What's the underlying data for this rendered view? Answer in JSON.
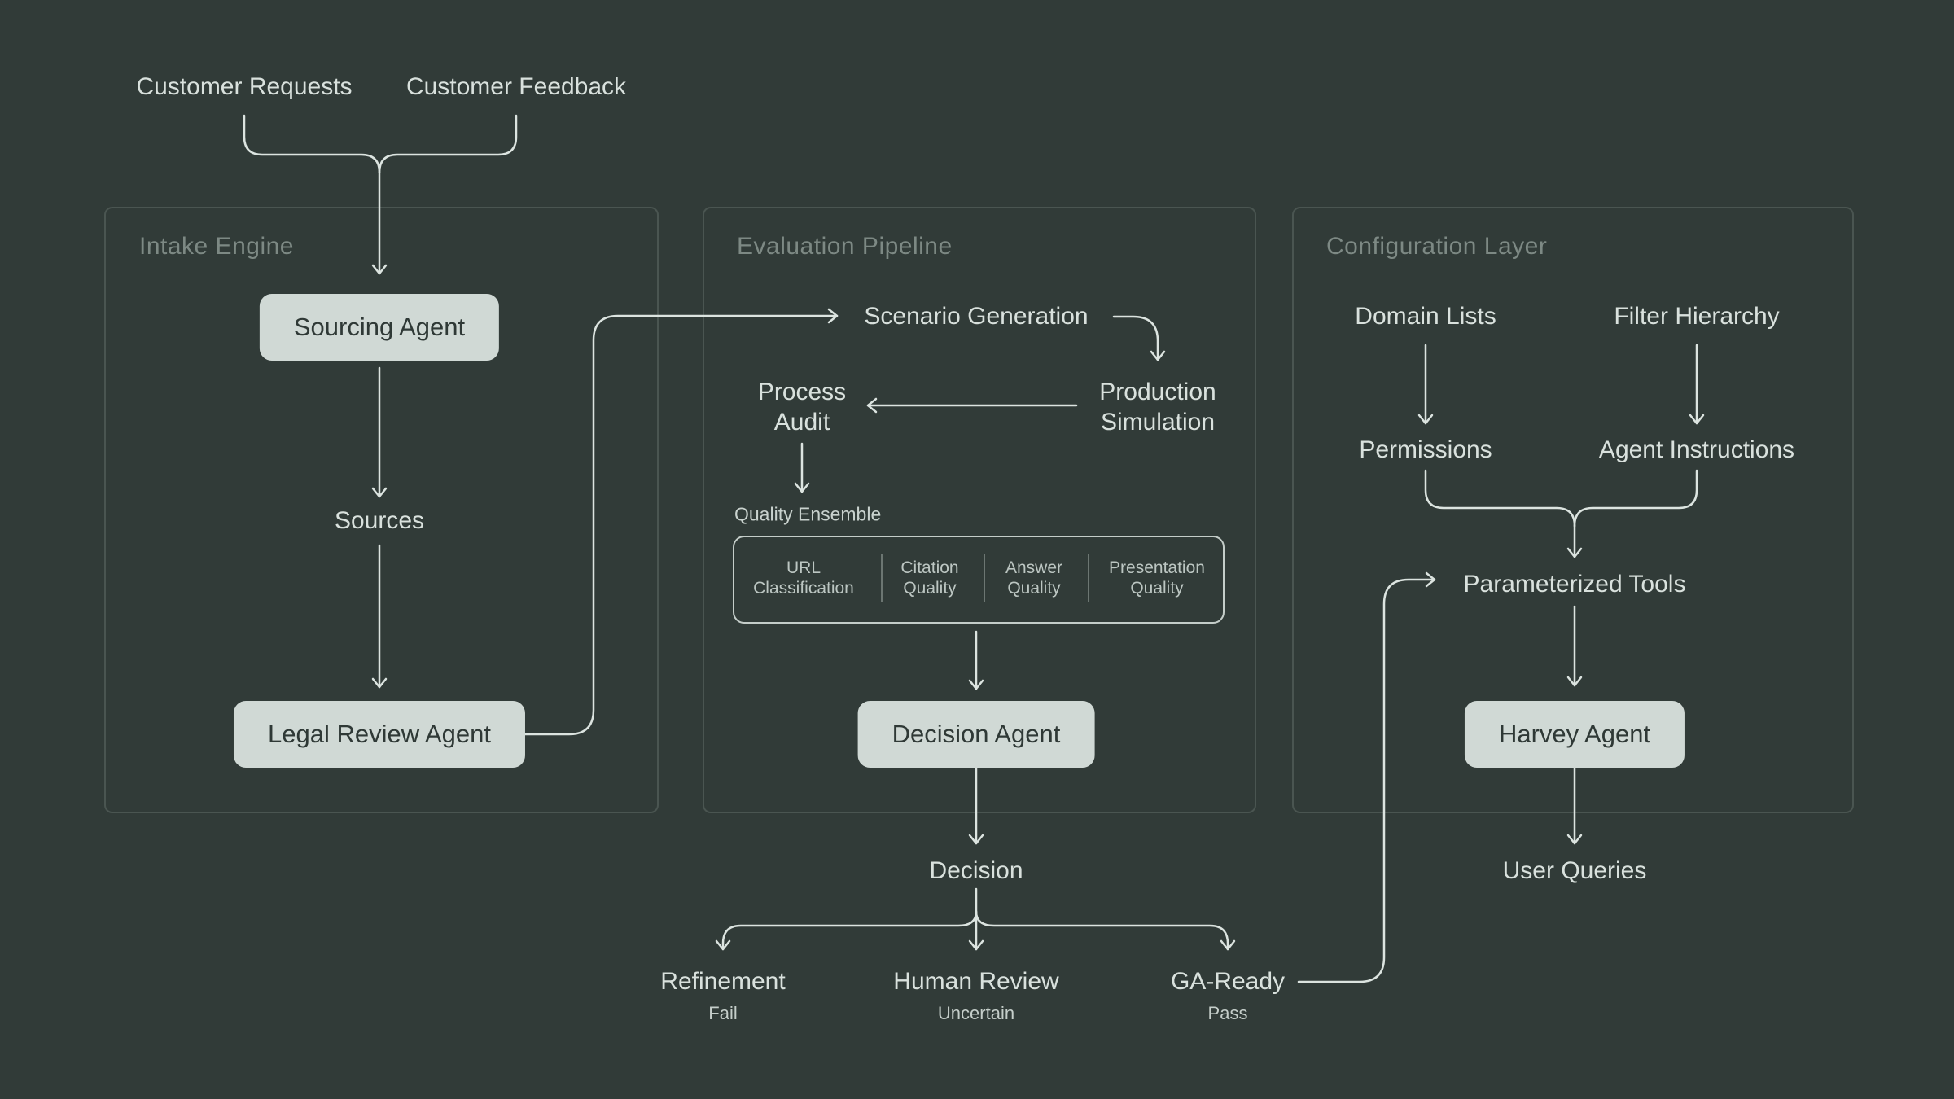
{
  "diagram": {
    "inputs": {
      "requests": "Customer Requests",
      "feedback": "Customer Feedback"
    },
    "intake": {
      "title": "Intake Engine",
      "sourcing_agent": "Sourcing Agent",
      "sources": "Sources",
      "legal_review_agent": "Legal Review Agent"
    },
    "evaluation": {
      "title": "Evaluation Pipeline",
      "scenario_generation": "Scenario Generation",
      "production_simulation": "Production Simulation",
      "process_audit": "Process Audit",
      "quality_ensemble": {
        "label": "Quality Ensemble",
        "items": [
          "URL Classification",
          "Citation Quality",
          "Answer Quality",
          "Presentation Quality"
        ]
      },
      "decision_agent": "Decision Agent"
    },
    "configuration": {
      "title": "Configuration Layer",
      "domain_lists": "Domain Lists",
      "filter_hierarchy": "Filter Hierarchy",
      "permissions": "Permissions",
      "agent_instructions": "Agent Instructions",
      "parameterized_tools": "Parameterized Tools",
      "harvey_agent": "Harvey Agent",
      "user_queries": "User Queries"
    },
    "decision": {
      "label": "Decision",
      "branches": [
        {
          "label": "Refinement",
          "sub": "Fail"
        },
        {
          "label": "Human Review",
          "sub": "Uncertain"
        },
        {
          "label": "GA-Ready",
          "sub": "Pass"
        }
      ]
    },
    "colors": {
      "background": "#313B38",
      "line": "#DCE4E0",
      "text": "#D9E1DD",
      "muted_title": "#7D8984",
      "pill_bg": "#D0D9D5",
      "pill_text": "#2F3936",
      "panel_border": "#4A5551"
    }
  }
}
